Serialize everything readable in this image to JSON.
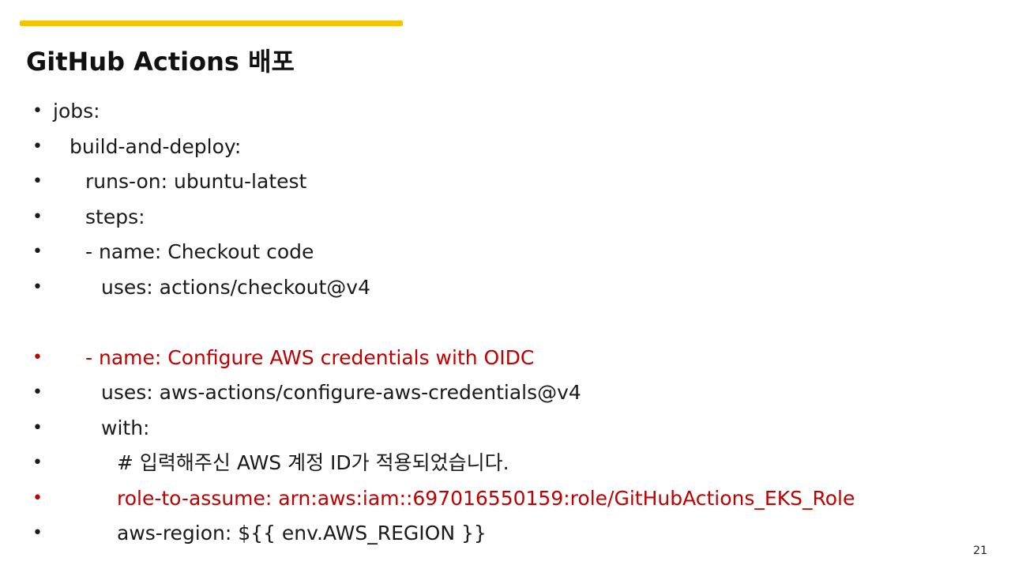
{
  "slide": {
    "title": "GitHub Actions 배포",
    "page_number": "21",
    "accent_color": "#F5C400",
    "highlight_color": "#C00000",
    "text_color": "#1a1a1a",
    "lines": [
      {
        "text": "jobs:",
        "indent": 0,
        "highlight": false
      },
      {
        "text": "build-and-deploy:",
        "indent": 1,
        "highlight": false
      },
      {
        "text": "runs-on: ubuntu-latest",
        "indent": 2,
        "highlight": false
      },
      {
        "text": "steps:",
        "indent": 2,
        "highlight": false
      },
      {
        "text": "- name: Checkout code",
        "indent": 2,
        "highlight": false
      },
      {
        "text": "uses: actions/checkout@v4",
        "indent": 3,
        "highlight": false
      },
      {
        "text": "",
        "indent": 0,
        "highlight": false,
        "blank": true
      },
      {
        "text": "- name: Configure AWS credentials with OIDC",
        "indent": 2,
        "highlight": true
      },
      {
        "text": "uses: aws-actions/configure-aws-credentials@v4",
        "indent": 3,
        "highlight": false
      },
      {
        "text": "with:",
        "indent": 3,
        "highlight": false
      },
      {
        "text": "# 입력해주신 AWS 계정 ID가 적용되었습니다.",
        "indent": 4,
        "highlight": false
      },
      {
        "text": "role-to-assume: arn:aws:iam::697016550159:role/GitHubActions_EKS_Role",
        "indent": 4,
        "highlight": true
      },
      {
        "text": "aws-region: ${{ env.AWS_REGION }}",
        "indent": 4,
        "highlight": false
      }
    ]
  }
}
